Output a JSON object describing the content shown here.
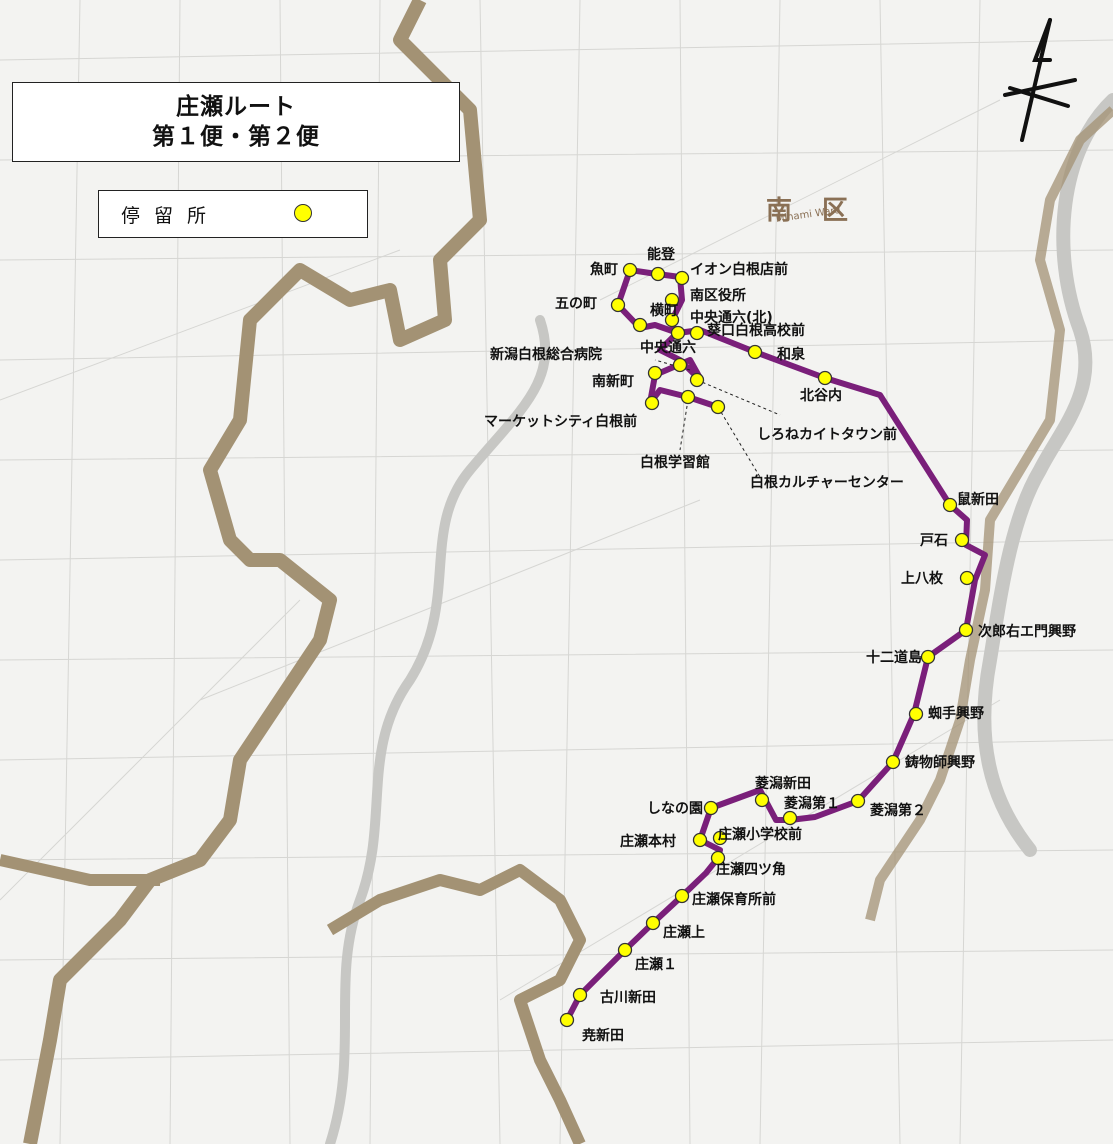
{
  "title": {
    "line1": "庄瀬ルート",
    "line2": "第１便・第２便"
  },
  "legend": {
    "label": "停留所",
    "marker_color": "#ffff00"
  },
  "ward_label": {
    "kanji": "南区",
    "romaji": "Minami Ward"
  },
  "colors": {
    "route": "#7a1f7a",
    "stop_fill": "#ffff00",
    "boundary": "#a39274",
    "river": "#bdbdbd"
  },
  "icons": {
    "north_arrow": "north-arrow-icon"
  },
  "stops": [
    {
      "name": "魚町"
    },
    {
      "name": "能登"
    },
    {
      "name": "イオン白根店前"
    },
    {
      "name": "五の町"
    },
    {
      "name": "横町"
    },
    {
      "name": "南区役所"
    },
    {
      "name": "中央通六(北)"
    },
    {
      "name": "新潟白根総合病院"
    },
    {
      "name": "中央通六"
    },
    {
      "name": "葵口白根高校前"
    },
    {
      "name": "和泉"
    },
    {
      "name": "南新町"
    },
    {
      "name": "北谷内"
    },
    {
      "name": "マーケットシティ白根前"
    },
    {
      "name": "しろねカイトタウン前"
    },
    {
      "name": "白根学習館"
    },
    {
      "name": "白根カルチャーセンター"
    },
    {
      "name": "鼠新田"
    },
    {
      "name": "戸石"
    },
    {
      "name": "上八枚"
    },
    {
      "name": "次郎右エ門興野"
    },
    {
      "name": "十二道島"
    },
    {
      "name": "蜘手興野"
    },
    {
      "name": "鋳物師興野"
    },
    {
      "name": "菱潟新田"
    },
    {
      "name": "しなの園"
    },
    {
      "name": "菱潟第１"
    },
    {
      "name": "菱潟第２"
    },
    {
      "name": "庄瀬小学校前"
    },
    {
      "name": "庄瀬本村"
    },
    {
      "name": "庄瀬四ツ角"
    },
    {
      "name": "庄瀬保育所前"
    },
    {
      "name": "庄瀬上"
    },
    {
      "name": "庄瀬１"
    },
    {
      "name": "古川新田"
    },
    {
      "name": "尭新田"
    }
  ]
}
